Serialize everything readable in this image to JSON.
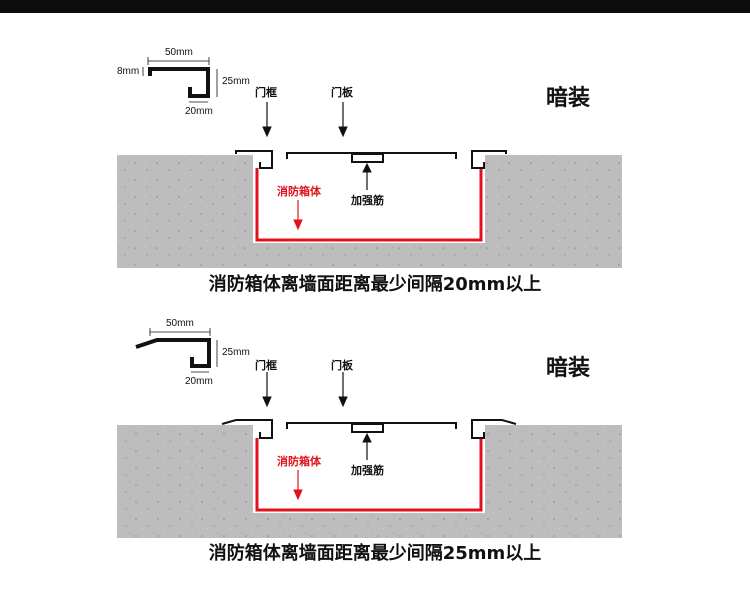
{
  "panels": [
    {
      "profile": {
        "width_label": "50mm",
        "lip_label": "8mm",
        "height_label": "25mm",
        "depth_label": "20mm"
      },
      "labels": {
        "frame": "门框",
        "panel": "门板",
        "title": "暗装",
        "box": "消防箱体",
        "rib": "加强筋"
      },
      "caption": "消防箱体离墙面距离最少间隔20mm以上"
    },
    {
      "profile": {
        "width_label": "50mm",
        "height_label": "25mm",
        "depth_label": "20mm"
      },
      "labels": {
        "frame": "门框",
        "panel": "门板",
        "title": "暗装",
        "box": "消防箱体",
        "rib": "加强筋"
      },
      "caption": "消防箱体离墙面距离最少间隔25mm以上"
    }
  ],
  "colors": {
    "box_outline": "#e0121b",
    "concrete": "#bdbdbd",
    "profile": "#111111"
  }
}
